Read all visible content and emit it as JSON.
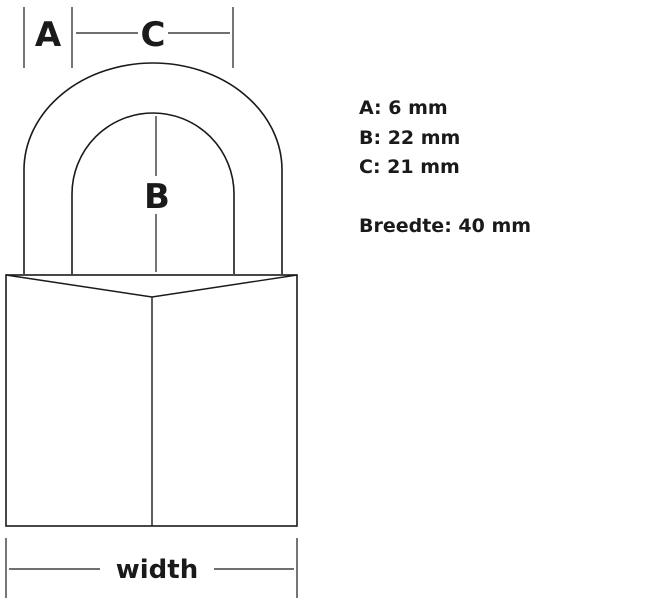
{
  "diagram": {
    "label_a": "A",
    "label_b": "B",
    "label_c": "C",
    "label_width": "width",
    "line_color": "#1a1a1a"
  },
  "specs": {
    "a": "A: 6 mm",
    "b": "B: 22 mm",
    "c": "C: 21 mm",
    "width": "Breedte: 40 mm"
  }
}
